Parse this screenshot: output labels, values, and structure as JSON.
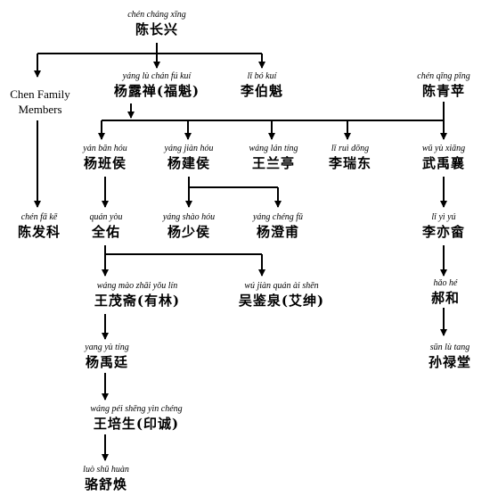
{
  "nodes": {
    "chen_changxing": {
      "pinyin": "chén cháng xīng",
      "name": "陈长兴"
    },
    "yang_luchan": {
      "pinyin": "yáng lù chán   fú kuí",
      "name": "杨露禅(福魁)"
    },
    "li_bokui": {
      "pinyin": "lǐ bó kuí",
      "name": "李伯魁"
    },
    "chen_qingping": {
      "pinyin": "chén qīng pīng",
      "name": "陈青苹"
    },
    "yang_banhou": {
      "pinyin": "yán bān hóu",
      "name": "杨班侯"
    },
    "yang_jianhou": {
      "pinyin": "yáng jiàn hóu",
      "name": "杨建侯"
    },
    "wang_lanting": {
      "pinyin": "wáng lán tíng",
      "name": "王兰亭"
    },
    "li_ruidong": {
      "pinyin": "lǐ ruì dōng",
      "name": "李瑞东"
    },
    "wu_yuxiang": {
      "pinyin": "wǔ yù xiāng",
      "name": "武禹襄"
    },
    "chen_fake": {
      "pinyin": "chén fā kē",
      "name": "陈发科"
    },
    "quan_you": {
      "pinyin": "quán yòu",
      "name": "全佑"
    },
    "yang_shaohou": {
      "pinyin": "yáng shào hóu",
      "name": "杨少侯"
    },
    "yang_chengfu": {
      "pinyin": "yáng chéng fǔ",
      "name": "杨澄甫"
    },
    "li_yiyu": {
      "pinyin": "lǐ  yì  yú",
      "name": "李亦畲"
    },
    "wang_maozhai": {
      "pinyin": "wáng mào zhāi  yǒu lín",
      "name": "王茂斋(有林)"
    },
    "wu_jianquan": {
      "pinyin": "wú jiàn quán  ài shēn",
      "name": "吴鉴泉(艾绅)"
    },
    "hao_he": {
      "pinyin": "hǎo hé",
      "name": "郝和"
    },
    "yang_yuting": {
      "pinyin": "yang yù tíng",
      "name": "杨禹廷"
    },
    "sun_lutang": {
      "pinyin": "sūn lù tang",
      "name": "孙禄堂"
    },
    "wang_peisheng": {
      "pinyin": "wáng péi shēng  yìn chéng",
      "name": "王培生(印诚)"
    },
    "luo_shuhuan": {
      "pinyin": "luò shū huàn",
      "name": "骆舒焕"
    }
  },
  "note": {
    "line1": "Chen Family",
    "line2": "Members"
  }
}
